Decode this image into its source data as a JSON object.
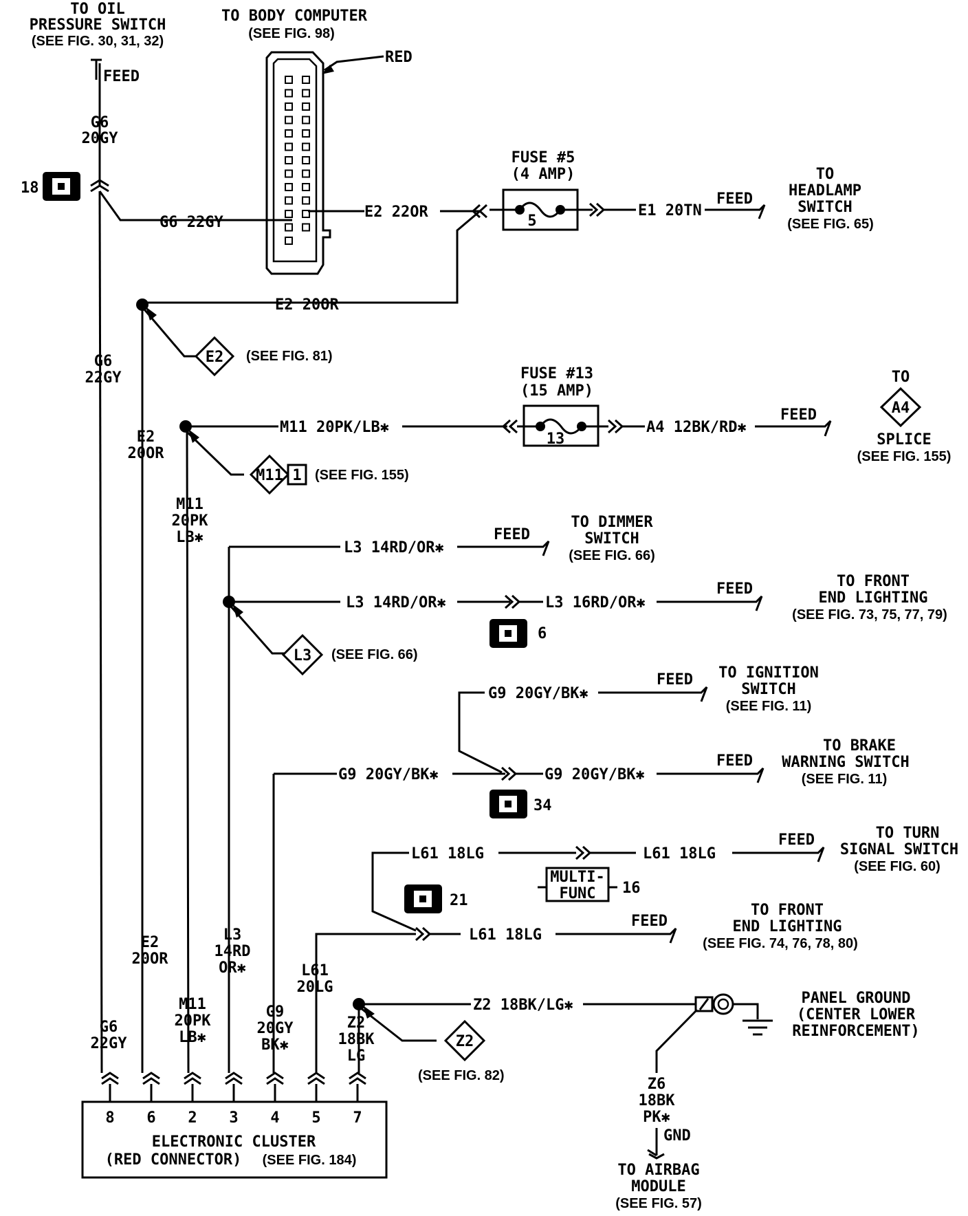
{
  "oil_switch": {
    "line1": "TO OIL",
    "line2": "PRESSURE SWITCH",
    "ref": "(SEE FIG. 30, 31, 32)",
    "feed": "FEED"
  },
  "body_computer": {
    "title": "TO BODY COMPUTER",
    "ref": "(SEE FIG. 98)",
    "red": "RED"
  },
  "fuse5": {
    "name": "FUSE #5",
    "rating": "(4 AMP)",
    "num": "5"
  },
  "fuse13": {
    "name": "FUSE #13",
    "rating": "(15 AMP)",
    "num": "13"
  },
  "headlamp": {
    "line1": "TO",
    "line2": "HEADLAMP",
    "line3": "SWITCH",
    "ref": "(SEE FIG. 65)",
    "feed": "FEED"
  },
  "splice": {
    "to": "TO",
    "id": "A4",
    "name": "SPLICE",
    "ref": "(SEE FIG. 155)",
    "feed": "FEED"
  },
  "dimmer": {
    "line1": "TO DIMMER",
    "line2": "SWITCH",
    "ref": "(SEE FIG. 66)",
    "feed": "FEED"
  },
  "front1": {
    "line1": "TO FRONT",
    "line2": "END LIGHTING",
    "ref": "(SEE FIG. 73, 75, 77, 79)",
    "feed": "FEED"
  },
  "ignition": {
    "line1": "TO IGNITION",
    "line2": "SWITCH",
    "ref": "(SEE FIG. 11)",
    "feed": "FEED"
  },
  "brake": {
    "line1": "TO BRAKE",
    "line2": "WARNING SWITCH",
    "ref": "(SEE FIG. 11)",
    "feed": "FEED"
  },
  "turn": {
    "line1": "TO TURN",
    "line2": "SIGNAL SWITCH",
    "ref": "(SEE FIG. 60)",
    "feed": "FEED"
  },
  "front2": {
    "line1": "TO FRONT",
    "line2": "END LIGHTING",
    "ref": "(SEE FIG. 74, 76, 78, 80)",
    "feed": "FEED"
  },
  "ground": {
    "line1": "PANEL GROUND",
    "line2": "(CENTER LOWER",
    "line3": "REINFORCEMENT)"
  },
  "airbag": {
    "gnd": "GND",
    "line1": "TO AIRBAG",
    "line2": "MODULE",
    "ref": "(SEE FIG. 57)"
  },
  "cluster": {
    "line1": "ELECTRONIC CLUSTER",
    "line2": "(RED CONNECTOR)",
    "ref": "(SEE FIG. 184)",
    "pins": [
      "8",
      "6",
      "2",
      "3",
      "4",
      "5",
      "7"
    ]
  },
  "splices": {
    "e2": "E2",
    "e2_ref": "(SEE FIG. 81)",
    "m11": "M11",
    "m11_num": "1",
    "m11_ref": "(SEE FIG. 155)",
    "l3": "L3",
    "l3_ref": "(SEE FIG. 66)",
    "z2": "Z2",
    "z2_ref": "(SEE FIG. 82)"
  },
  "connectors": {
    "c18": "18",
    "c6": "6",
    "c34": "34",
    "c21": "21",
    "c16": "16",
    "multi1": "MULTI-",
    "multi2": "FUNC"
  },
  "wires": {
    "g6_20gy_a": "G6",
    "g6_20gy_b": "20GY",
    "g6_22gy_h": "G6 22GY",
    "g6_22gy_v1a": "G6",
    "g6_22gy_v1b": "22GY",
    "e2_22or": "E2 22OR",
    "e1_20tn": "E1 20TN",
    "e2_20or_h": "E2 20OR",
    "e2_20or_v1a": "E2",
    "e2_20or_v1b": "20OR",
    "m11_h": "M11 20PK/LB✱",
    "a4_h": "A4 12BK/RD✱",
    "m11_va": "M11",
    "m11_vb": "20PK",
    "m11_vc": "LB✱",
    "l3_14_a": "L3 14RD/OR✱",
    "l3_14_b": "L3 14RD/OR✱",
    "l3_16": "L3 16RD/OR✱",
    "g9_ign": "G9 20GY/BK✱",
    "g9_left": "G9 20GY/BK✱",
    "g9_right": "G9 20GY/BK✱",
    "l61_top_l": "L61 18LG",
    "l61_top_r": "L61 18LG",
    "l61_mid": "L61 18LG",
    "z2_h": "Z2 18BK/LG✱",
    "z6_a": "Z6",
    "z6_b": "18BK",
    "z6_c": "PK✱",
    "b_g6a": "G6",
    "b_g6b": "22GY",
    "b_e2a": "E2",
    "b_e2b": "20OR",
    "b_m11a": "M11",
    "b_m11b": "20PK",
    "b_m11c": "LB✱",
    "b_l3a": "L3",
    "b_l3b": "14RD",
    "b_l3c": "OR✱",
    "b_g9a": "G9",
    "b_g9b": "20GY",
    "b_g9c": "BK✱",
    "b_l61a": "L61",
    "b_l61b": "20LG",
    "b_z2a": "Z2",
    "b_z2b": "18BK",
    "b_z2c": "LG"
  }
}
